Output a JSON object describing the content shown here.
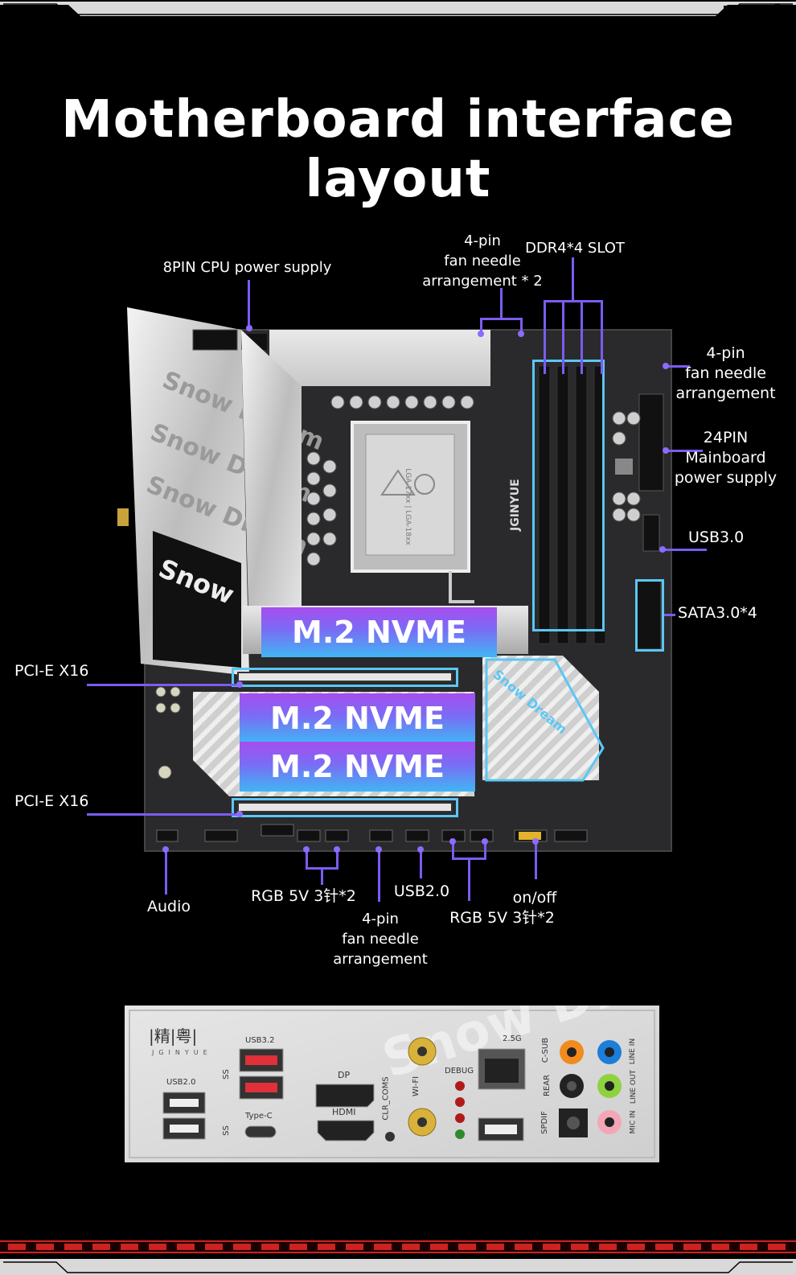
{
  "title": "Motherboard interface layout",
  "labels": {
    "cpu_power": "8PIN CPU power supply",
    "fan_top": "4-pin\nfan needle\narrangement * 2",
    "ddr4": "DDR4*4 SLOT",
    "fan_right": "4-pin\nfan needle\narrangement",
    "pin24": "24PIN\nMainboard\npower supply",
    "usb30": "USB3.0",
    "sata": "SATA3.0*4",
    "pcie_1": "PCI-E X16",
    "pcie_2": "PCI-E X16",
    "audio": "Audio",
    "rgb_left": "RGB 5V 3针*2",
    "fan_bottom": "4-pin\nfan needle\narrangement",
    "usb20": "USB2.0",
    "onoff": "on/off",
    "rgb_right": "RGB 5V 3针*2"
  },
  "nvme": {
    "slot1": "M.2 NVME",
    "slot2": "M.2 NVME",
    "slot3": "M.2 NVME"
  },
  "board": {
    "brand": "JGINYUE",
    "heatsink_text": "Snow Dream",
    "socket_text": "LGA-17xx | LGA-18xx"
  },
  "io_panel": {
    "brand": "|精|粤|",
    "brand_sub": "JGINYUE",
    "usb32": "USB3.2",
    "usb20": "USB2.0",
    "typec": "Type-C",
    "dp": "DP",
    "hdmi": "HDMI",
    "clr_cmos": "CLR_COMS",
    "wifi": "WI-FI",
    "debug": "DEBUG",
    "lan": "2.5G",
    "c_sub": "C-SUB",
    "rear": "REAR",
    "spdif": "SPDIF",
    "line_in": "LINE IN",
    "line_out": "LINE OUT",
    "mic_in": "MIC IN",
    "ss": "SS"
  },
  "colors": {
    "accent_purple": "#7b5cf0",
    "accent_blue": "#5bc7f5",
    "nvme_top": "#a64df0",
    "nvme_bottom": "#3fb6f4",
    "io_orange": "#f28a1e",
    "io_blue": "#1b7ed8",
    "io_green": "#8ed23f",
    "io_pink": "#f3a6b6"
  }
}
